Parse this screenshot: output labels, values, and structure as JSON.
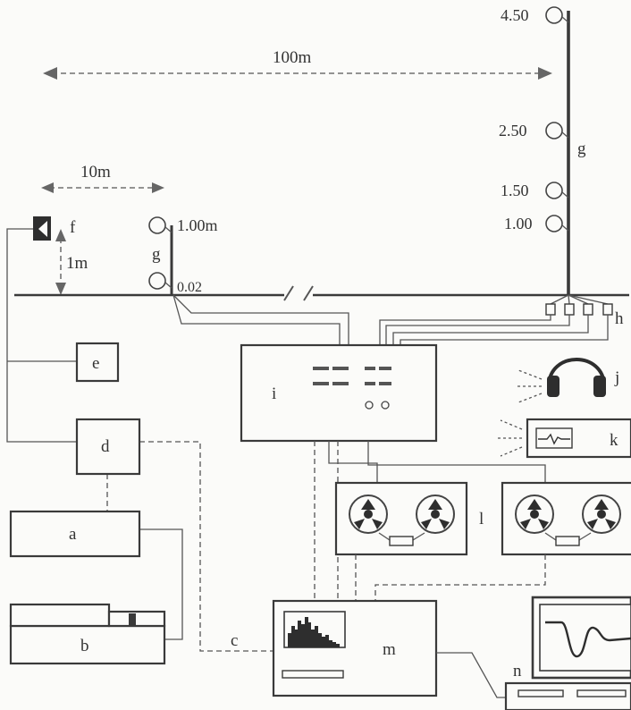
{
  "distances": {
    "long": "100m",
    "short": "10m",
    "height": "1m"
  },
  "mast_labels": {
    "tall": [
      "4.50",
      "2.50",
      "1.50",
      "1.00"
    ],
    "short_top": "1.00m",
    "short_bottom": "0.02"
  },
  "letters": {
    "a": "a",
    "b": "b",
    "c": "c",
    "d": "d",
    "e": "e",
    "f": "f",
    "g_short": "g",
    "g_tall": "g",
    "h": "h",
    "i": "i",
    "j": "j",
    "k": "k",
    "l": "l",
    "m": "m",
    "n": "n"
  }
}
